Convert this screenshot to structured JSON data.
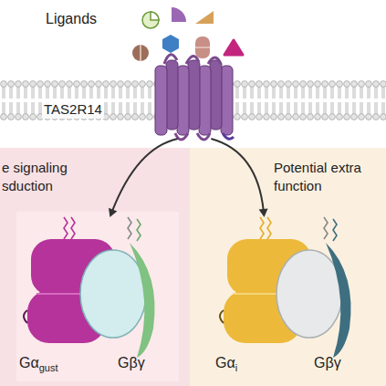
{
  "diagram": {
    "nodes": [
      {
        "text": [
          "TAS2R14"
        ]
      },
      {
        "text": [
          "e signaling sduction"
        ]
      },
      {
        "text": [
          "Potential extra function"
        ]
      },
      {
        "text": [
          "Gα",
          "gust",
          "Gβγ"
        ],
        "in": 1
      },
      {
        "text": [
          "Gα",
          "i",
          "Gβγ"
        ],
        "in": 2
      }
    ],
    "edges": [
      {
        "from": 0,
        "to": 3,
        "arrow": "to"
      },
      {
        "from": 0,
        "to": 4,
        "arrow": "to"
      }
    ],
    "labels": [
      "Ligands"
    ]
  }
}
